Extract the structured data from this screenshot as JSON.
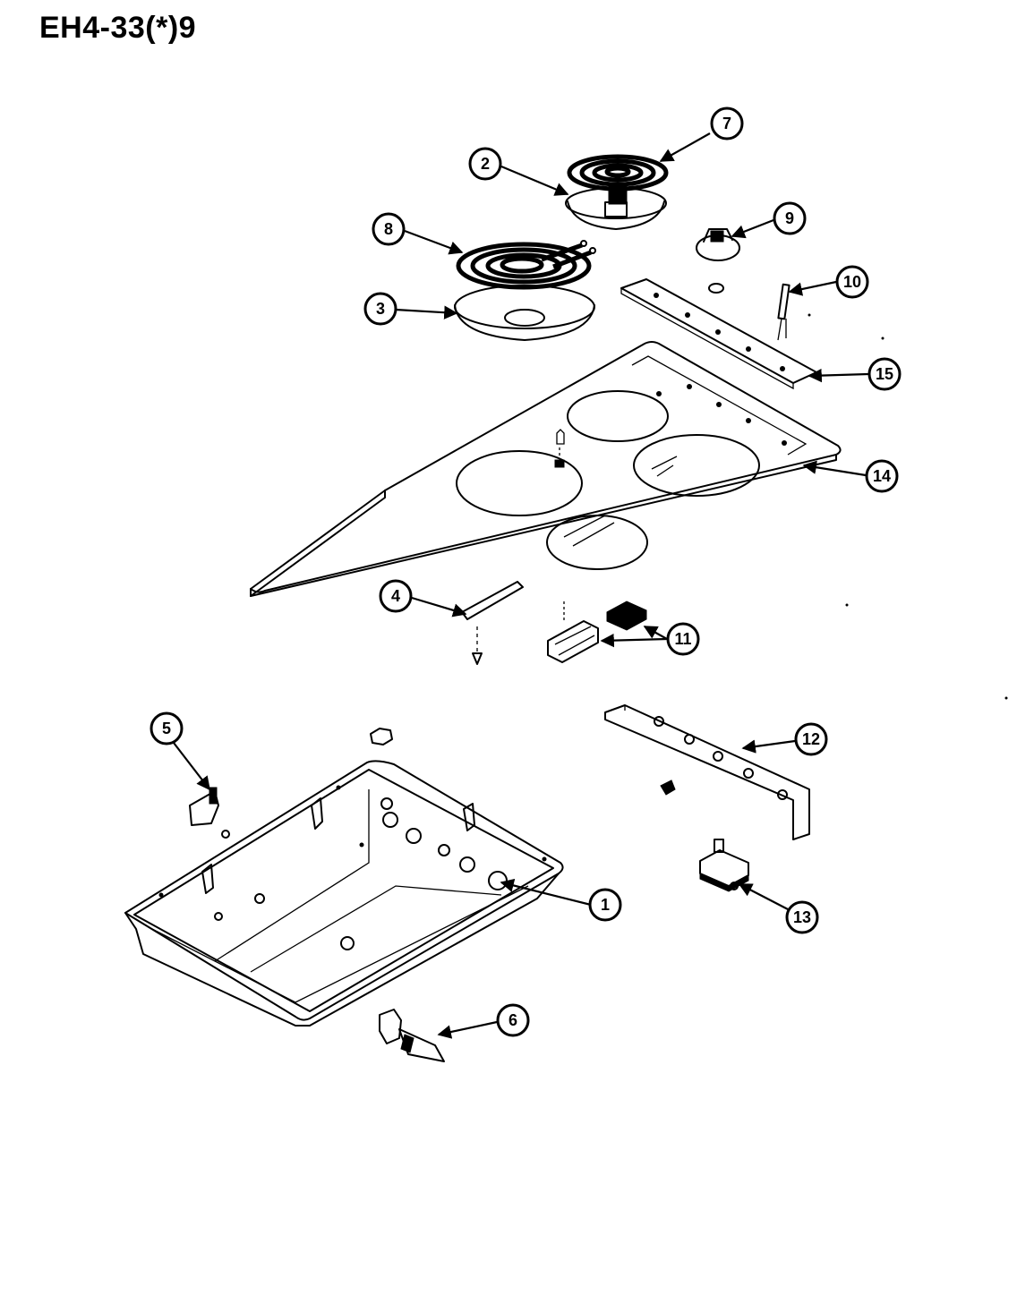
{
  "title": "EH4-33(*)9",
  "callouts": [
    {
      "id": "1",
      "label": "1"
    },
    {
      "id": "2",
      "label": "2"
    },
    {
      "id": "3",
      "label": "3"
    },
    {
      "id": "4",
      "label": "4"
    },
    {
      "id": "5",
      "label": "5"
    },
    {
      "id": "6",
      "label": "6"
    },
    {
      "id": "7",
      "label": "7"
    },
    {
      "id": "8",
      "label": "8"
    },
    {
      "id": "9",
      "label": "9"
    },
    {
      "id": "10",
      "label": "10"
    },
    {
      "id": "11",
      "label": "11"
    },
    {
      "id": "12",
      "label": "12"
    },
    {
      "id": "13",
      "label": "13"
    },
    {
      "id": "14",
      "label": "14"
    },
    {
      "id": "15",
      "label": "15"
    }
  ]
}
